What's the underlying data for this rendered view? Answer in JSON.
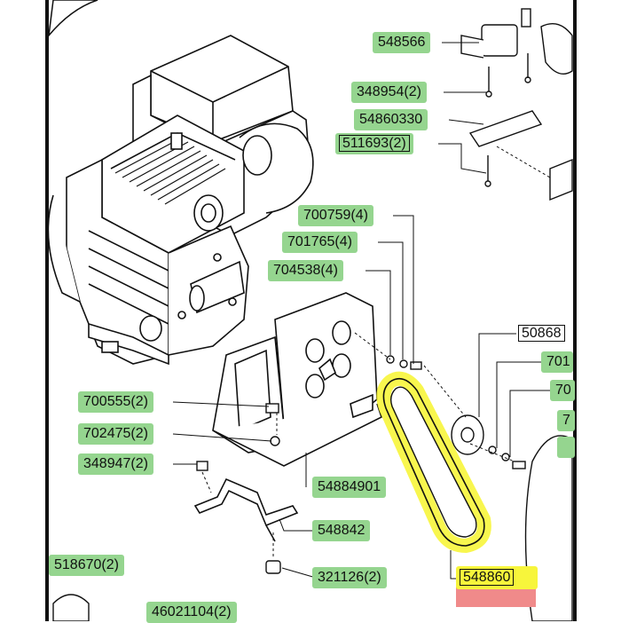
{
  "part_labels": [
    {
      "id": "l548566",
      "text": "548566"
    },
    {
      "id": "l348954",
      "text": "348954(2)"
    },
    {
      "id": "l54860330",
      "text": "54860330"
    },
    {
      "id": "l511693",
      "text": "511693(2)"
    },
    {
      "id": "l700759",
      "text": "700759(4)"
    },
    {
      "id": "l701765",
      "text": "701765(4)"
    },
    {
      "id": "l704538",
      "text": "704538(4)"
    },
    {
      "id": "l700555",
      "text": "700555(2)"
    },
    {
      "id": "l702475",
      "text": "702475(2)"
    },
    {
      "id": "l348947",
      "text": "348947(2)"
    },
    {
      "id": "l54884901",
      "text": "54884901"
    },
    {
      "id": "l548842",
      "text": "548842"
    },
    {
      "id": "l518670",
      "text": "518670(2)"
    },
    {
      "id": "l321126",
      "text": "321126(2)"
    },
    {
      "id": "l548860",
      "text": "548860"
    },
    {
      "id": "l46021104",
      "text": "46021104(2)"
    },
    {
      "id": "l50868",
      "text": "50868"
    },
    {
      "id": "l701",
      "text": "701"
    },
    {
      "id": "l70",
      "text": "70"
    },
    {
      "id": "l7",
      "text": "7"
    }
  ],
  "highlight": {
    "color": "#f7f53b",
    "part": "548860"
  },
  "colors": {
    "label_green": "#95d58f",
    "label_red": "#f08a8a",
    "line": "#111111"
  }
}
